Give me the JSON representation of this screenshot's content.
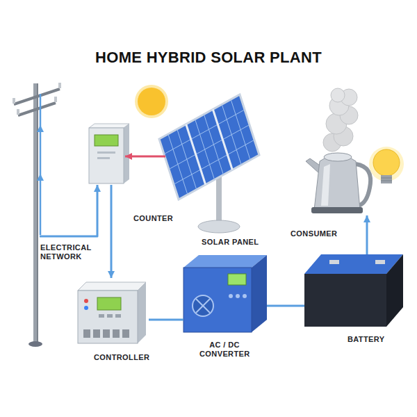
{
  "diagram": {
    "title": "HOME HYBRID SOLAR PLANT",
    "nodes": [
      {
        "text": [
          "ELECTRICAL NETWORK"
        ]
      },
      {
        "text": [
          "COUNTER"
        ]
      },
      {
        "text": [
          "SOLAR PANEL"
        ]
      },
      {
        "text": [
          "CONSUMER"
        ]
      },
      {
        "text": [
          "CONTROLLER"
        ]
      },
      {
        "text": [
          "AC / DC CONVERTER"
        ]
      },
      {
        "text": [
          "BATTERY"
        ]
      }
    ],
    "edges": [
      {
        "from": 0,
        "to": 1,
        "arrow": "to"
      },
      {
        "from": 1,
        "to": 4,
        "arrow": "to"
      },
      {
        "from": 2,
        "to": 1,
        "arrow": "to"
      },
      {
        "from": 4,
        "to": 5,
        "arrow": "none"
      },
      {
        "from": 5,
        "to": 6,
        "arrow": "none"
      },
      {
        "from": 6,
        "to": 3,
        "arrow": "to"
      }
    ]
  }
}
